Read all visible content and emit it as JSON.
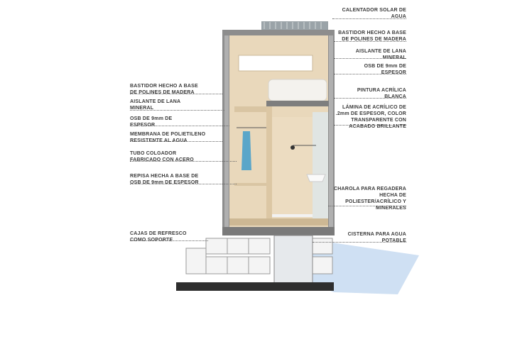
{
  "colors": {
    "wood": "#e9d8bb",
    "wall": "#8d8d8d",
    "shadow": "#cfe0f3",
    "text": "#3a3a3a",
    "towel": "#5aa6c9"
  },
  "labels_right": [
    {
      "text": "CALENTADOR SOLAR DE\nAGUA"
    },
    {
      "text": "BASTIDOR HECHO A BASE\nDE POLINES DE MADERA"
    },
    {
      "text": "AISLANTE DE LANA\nMINERAL"
    },
    {
      "text": "OSB DE 9mm DE\nESPESOR"
    },
    {
      "text": "PINTURA ACRÍLICA\nBLANCA"
    },
    {
      "text": "LÁMINA DE ACRÍLICO DE\n.2mm DE ESPESOR, COLOR\nTRANSPARENTE CON\nACABADO BRILLANTE"
    },
    {
      "text": "CHAROLA PARA REGADERA\nHECHA DE\nPOLIESTER/ACRÍLICO Y\nMINERALES"
    },
    {
      "text": "CISTERNA PARA AGUA\nPOTABLE"
    }
  ],
  "labels_left": [
    {
      "text": "BASTIDOR HECHO A BASE\nDE POLINES DE MADERA"
    },
    {
      "text": "AISLANTE DE LANA\nMINERAL"
    },
    {
      "text": "OSB DE 9mm DE\nESPESOR"
    },
    {
      "text": "MEMBRANA DE POLIETILENO\nRESISTENTE AL AGUA"
    },
    {
      "text": "TUBO COLGADOR\nFABRICADO CON ACERO"
    },
    {
      "text": "REPISA HECHA A BASE DE\nOSB DE 9mm DE ESPESOR"
    },
    {
      "text": "CAJAS DE REFRESCO\nCOMO SOPORTE"
    }
  ]
}
